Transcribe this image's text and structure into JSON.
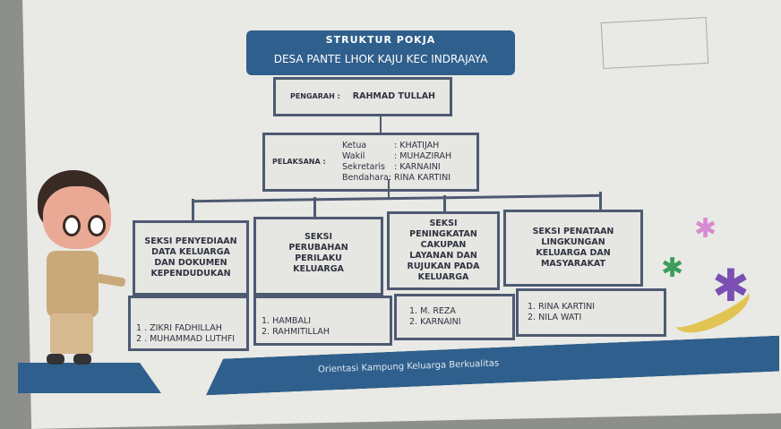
{
  "title": "STRUKTUR POKJA",
  "subtitle": "DESA PANTE LHOK KAJU  KEC INDRAJAYA",
  "pengarah": {
    "label": "PENGARAH :",
    "name": "RAHMAD  TULLAH"
  },
  "pelaksana": {
    "label": "PELAKSANA :",
    "rows": [
      {
        "role": "Ketua",
        "name": ": KHATIJAH"
      },
      {
        "role": "Wakil",
        "name": ": MUHAZIRAH"
      },
      {
        "role": "Sekretaris",
        "name": ": KARNAINI"
      },
      {
        "role": "Bendahara",
        "name": ": RINA KARTINI"
      }
    ]
  },
  "sections": [
    {
      "title": "SEKSI PENYEDIAAN DATA KELUARGA DAN DOKUMEN KEPENDUDUKAN",
      "members": [
        "1 . ZIKRI FADHILLAH",
        "2 . MUHAMMAD LUTHFI"
      ]
    },
    {
      "title": "SEKSI PERUBAHAN PERILAKU KELUARGA",
      "members": [
        "1. HAMBALI",
        "2.  RAHMITILLAH"
      ]
    },
    {
      "title": "SEKSI PENINGKATAN CAKUPAN LAYANAN DAN RUJUKAN PADA KELUARGA",
      "members": [
        "1. M. REZA",
        "2. KARNAINI"
      ]
    },
    {
      "title": "SEKSI PENATAAN LINGKUNGAN KELUARGA DAN MASYARAKAT",
      "members": [
        "1. RINA KARTINI",
        "2. NILA WATI"
      ]
    }
  ],
  "footer": "Orientasi Kampung Keluarga Berkualitas",
  "colors": {
    "brand": "#2f5f8c",
    "border": "#4e5a72"
  }
}
